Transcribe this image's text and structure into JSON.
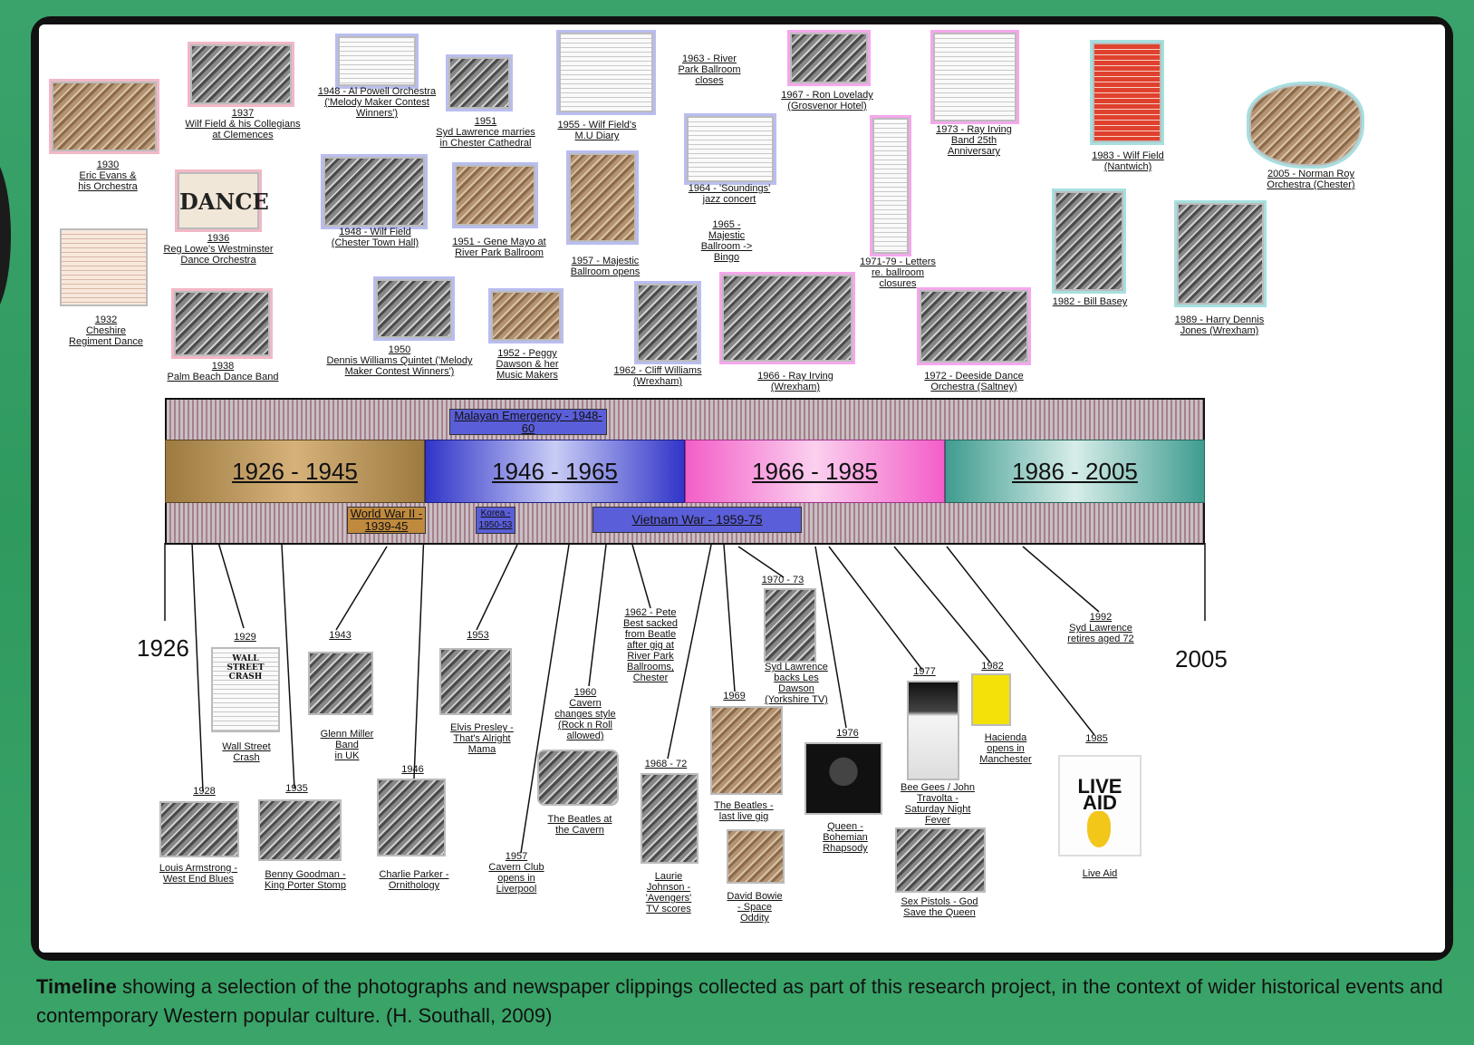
{
  "timeline": {
    "start_year": "1926",
    "end_year": "2005",
    "eras": [
      {
        "label": "1926 - 1945",
        "color": "#9c7a40"
      },
      {
        "label": "1946 - 1965",
        "color": "#3b3fd0"
      },
      {
        "label": "1966 - 1985",
        "color": "#f35ec8"
      },
      {
        "label": "1986 - 2005",
        "color": "#3f9c8f"
      }
    ],
    "events": {
      "malayan": "Malayan Emergency - 1948-60",
      "ww2": "World War II - 1939-45",
      "korea": "Korea - 1950-53",
      "vietnam": "Vietnam War - 1959-75"
    }
  },
  "upper_items": {
    "i1930": "1930\nEric Evans &\nhis Orchestra",
    "i1932": "1932\nCheshire\nRegiment Dance",
    "i1936": "1936\nReg Lowe's Westminster\nDance Orchestra",
    "i1937": "1937\nWilf Field & his Collegians\nat Clemences",
    "i1938": "1938\nPalm Beach Dance Band",
    "i1948a": "1948 - Al Powell Orchestra\n('Melody Maker Contest\nWinners')",
    "i1948b": "1948 - Wilf Field\n(Chester Town Hall)",
    "i1950": "1950\nDennis Williams Quintet ('Melody\nMaker Contest Winners')",
    "i1951a": "1951\nSyd Lawrence marries\nin Chester Cathedral",
    "i1951b": "1951 - Gene Mayo at\nRiver Park Ballroom",
    "i1952": "1952 - Peggy\nDawson & her\nMusic Makers",
    "i1955": "1955 - Wilf Field's\nM.U Diary",
    "i1957": "1957 - Majestic\nBallroom opens",
    "i1962": "1962 - Cliff Williams\n(Wrexham)",
    "i1963": "1963 - River\nPark Ballroom\ncloses",
    "i1964": "1964 - 'Soundings'\njazz concert",
    "i1965": "1965 -\nMajestic\nBallroom ->\nBingo",
    "i1966": "1966 - Ray Irving\n(Wrexham)",
    "i1967": "1967 - Ron Lovelady\n(Grosvenor Hotel)",
    "i1971": "1971-79 - Letters\nre. ballroom\nclosures",
    "i1972": "1972 - Deeside Dance\nOrchestra (Saltney)",
    "i1973": "1973 - Ray Irving\nBand 25th\nAnniversary",
    "i1982": "1982 - Bill Basey",
    "i1983": "1983 - Wilf Field\n(Nantwich)",
    "i1989": "1989 - Harry Dennis\nJones (Wrexham)",
    "i2005": "2005 - Norman Roy\nOrchestra (Chester)"
  },
  "upper_images": {
    "dance_poster": "DANCE"
  },
  "lower_items": {
    "y1928": "1928",
    "c1928": "Louis Armstrong -\nWest End Blues",
    "y1929": "1929",
    "c1929": "Wall Street\nCrash",
    "y1935": "1935",
    "c1935": "Benny Goodman -\nKing Porter Stomp",
    "y1943": "1943",
    "c1943": "Glenn Miller\nBand\nin UK",
    "y1946": "1946",
    "c1946": "Charlie Parker -\nOrnithology",
    "y1953": "1953",
    "c1953": "Elvis Presley -\nThat's Alright\nMama",
    "c1957": "1957\nCavern Club\nopens in\nLiverpool",
    "c1960": "1960\nCavern\nchanges style\n(Rock n Roll\nallowed)",
    "cbeatles": "The Beatles at\nthe Cavern",
    "c1962": "1962 - Pete\nBest sacked\nfrom Beatle\nafter gig at\nRiver Park\nBallrooms,\nChester",
    "y1968": "1968 - 72",
    "c1968": "Laurie\nJohnson -\n'Avengers'\nTV scores",
    "y1969": "1969",
    "c1969": "The Beatles -\nlast live gig",
    "cbowie": "David Bowie\n- Space\nOddity",
    "y1970": "1970 - 73",
    "c1970": "Syd Lawrence\nbacks Les\nDawson\n(Yorkshire TV)",
    "y1976": "1976",
    "c1976": "Queen -\nBohemian\nRhapsody",
    "y1977": "1977",
    "c1977": "Bee Gees / John\nTravolta -\nSaturday Night\nFever",
    "cpistols": "Sex Pistols - God\nSave the Queen",
    "y1982": "1982",
    "c1982": "Hacienda\nopens in\nManchester",
    "y1985": "1985",
    "c1985": "Live Aid",
    "c1992": "1992\nSyd Lawrence\nretires aged 72"
  },
  "lower_images": {
    "wsc": "WALL STREET\nCRASH",
    "liveaid": "LIVE\nAID"
  },
  "caption": {
    "bold": "Timeline",
    "text": " showing a selection of the photographs and newspaper clippings collected as part of this research project, in the context of wider historical events and contemporary Western popular culture. (H. Southall, 2009)"
  }
}
